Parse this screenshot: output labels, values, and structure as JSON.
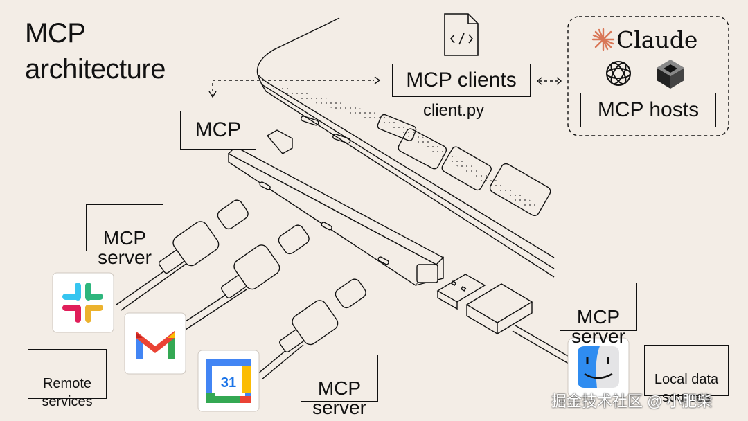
{
  "title": "MCP\narchitecture",
  "labels": {
    "mcp_clients": "MCP clients",
    "client_file": "client.py",
    "mcp_hub": "MCP",
    "mcp_hosts": "MCP hosts",
    "server_top_left": "MCP\nserver",
    "server_bottom": "MCP\nserver",
    "server_right": "MCP\nserver",
    "remote_services": "Remote\nservices",
    "local_data_sources": "Local data\nsources",
    "claude_brand": "Claude",
    "calendar_day": "31",
    "watermark": "掘金技术社区 @ 小肥柴"
  },
  "icons": {
    "file": "code-file-icon",
    "claude": "claude-logo-icon",
    "openai": "openai-logo-icon",
    "cube": "cube-logo-icon",
    "slack": "slack-logo-icon",
    "gmail": "gmail-logo-icon",
    "calendar": "google-calendar-icon",
    "finder": "finder-icon"
  },
  "colors": {
    "background": "#f3ede6",
    "line": "#111111",
    "claude_orange": "#d97757"
  }
}
